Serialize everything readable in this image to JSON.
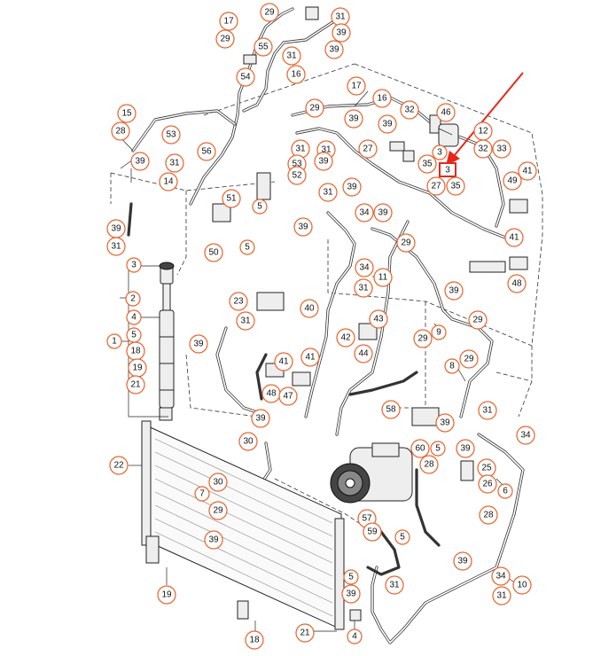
{
  "callouts": [
    {
      "id": "c17a",
      "text": "17"
    },
    {
      "id": "c29a",
      "text": "29"
    },
    {
      "id": "c29b",
      "text": "29"
    },
    {
      "id": "c31a",
      "text": "31"
    },
    {
      "id": "c39a",
      "text": "39"
    },
    {
      "id": "c55",
      "text": "55"
    },
    {
      "id": "c31b",
      "text": "31"
    },
    {
      "id": "c39b",
      "text": "39"
    },
    {
      "id": "c54",
      "text": "54"
    },
    {
      "id": "c16a",
      "text": "16"
    },
    {
      "id": "c15",
      "text": "15"
    },
    {
      "id": "c28a",
      "text": "28"
    },
    {
      "id": "c53a",
      "text": "53"
    },
    {
      "id": "c56",
      "text": "56"
    },
    {
      "id": "c39c",
      "text": "39"
    },
    {
      "id": "c31c",
      "text": "31"
    },
    {
      "id": "c14",
      "text": "14"
    },
    {
      "id": "c17b",
      "text": "17"
    },
    {
      "id": "c16b",
      "text": "16"
    },
    {
      "id": "c29c",
      "text": "29"
    },
    {
      "id": "c31d",
      "text": "31"
    },
    {
      "id": "c39d",
      "text": "39"
    },
    {
      "id": "c39e",
      "text": "39"
    },
    {
      "id": "c32",
      "text": "32"
    },
    {
      "id": "c46",
      "text": "46"
    },
    {
      "id": "c12",
      "text": "12"
    },
    {
      "id": "c32b",
      "text": "32"
    },
    {
      "id": "c33",
      "text": "33"
    },
    {
      "id": "c31e",
      "text": "31"
    },
    {
      "id": "c53b",
      "text": "53"
    },
    {
      "id": "c52",
      "text": "52"
    },
    {
      "id": "c39f",
      "text": "39"
    },
    {
      "id": "c27a",
      "text": "27"
    },
    {
      "id": "c35a",
      "text": "35"
    },
    {
      "id": "c3a",
      "text": "3"
    },
    {
      "id": "c27b",
      "text": "27"
    },
    {
      "id": "c35b",
      "text": "35"
    },
    {
      "id": "c41a",
      "text": "41"
    },
    {
      "id": "c49",
      "text": "49"
    },
    {
      "id": "c51",
      "text": "51"
    },
    {
      "id": "c5a",
      "text": "5"
    },
    {
      "id": "c31f",
      "text": "31"
    },
    {
      "id": "c39g",
      "text": "39"
    },
    {
      "id": "c34a",
      "text": "34"
    },
    {
      "id": "c39h",
      "text": "39"
    },
    {
      "id": "c29d",
      "text": "29"
    },
    {
      "id": "c41b",
      "text": "41"
    },
    {
      "id": "c39i",
      "text": "39"
    },
    {
      "id": "c31g",
      "text": "31"
    },
    {
      "id": "c50",
      "text": "50"
    },
    {
      "id": "c5b",
      "text": "5"
    },
    {
      "id": "c3b",
      "text": "3"
    },
    {
      "id": "c34b",
      "text": "34"
    },
    {
      "id": "c11",
      "text": "11"
    },
    {
      "id": "c31h",
      "text": "31"
    },
    {
      "id": "c48a",
      "text": "48"
    },
    {
      "id": "c2",
      "text": "2"
    },
    {
      "id": "c4a",
      "text": "4"
    },
    {
      "id": "c5c",
      "text": "5"
    },
    {
      "id": "c1",
      "text": "1"
    },
    {
      "id": "c18a",
      "text": "18"
    },
    {
      "id": "c19a",
      "text": "19"
    },
    {
      "id": "c21a",
      "text": "21"
    },
    {
      "id": "c23",
      "text": "23"
    },
    {
      "id": "c40",
      "text": "40"
    },
    {
      "id": "c31i",
      "text": "31"
    },
    {
      "id": "c39j",
      "text": "39"
    },
    {
      "id": "c39k",
      "text": "39"
    },
    {
      "id": "c29e",
      "text": "29"
    },
    {
      "id": "c43",
      "text": "43"
    },
    {
      "id": "c42",
      "text": "42"
    },
    {
      "id": "c44",
      "text": "44"
    },
    {
      "id": "c29f",
      "text": "29"
    },
    {
      "id": "c9",
      "text": "9"
    },
    {
      "id": "c41c",
      "text": "41"
    },
    {
      "id": "c41d",
      "text": "41"
    },
    {
      "id": "c48b",
      "text": "48"
    },
    {
      "id": "c47",
      "text": "47"
    },
    {
      "id": "c8",
      "text": "8"
    },
    {
      "id": "c29g",
      "text": "29"
    },
    {
      "id": "c39l",
      "text": "39"
    },
    {
      "id": "c58",
      "text": "58"
    },
    {
      "id": "c39m",
      "text": "39"
    },
    {
      "id": "c31j",
      "text": "31"
    },
    {
      "id": "c34c",
      "text": "34"
    },
    {
      "id": "c30a",
      "text": "30"
    },
    {
      "id": "c60",
      "text": "60"
    },
    {
      "id": "c5d",
      "text": "5"
    },
    {
      "id": "c39n",
      "text": "39"
    },
    {
      "id": "c22",
      "text": "22"
    },
    {
      "id": "c28b",
      "text": "28"
    },
    {
      "id": "c25",
      "text": "25"
    },
    {
      "id": "c26",
      "text": "26"
    },
    {
      "id": "c6",
      "text": "6"
    },
    {
      "id": "c30b",
      "text": "30"
    },
    {
      "id": "c7",
      "text": "7"
    },
    {
      "id": "c29h",
      "text": "29"
    },
    {
      "id": "c57",
      "text": "57"
    },
    {
      "id": "c59",
      "text": "59"
    },
    {
      "id": "c28c",
      "text": "28"
    },
    {
      "id": "c5e",
      "text": "5"
    },
    {
      "id": "c39o",
      "text": "39"
    },
    {
      "id": "c39p",
      "text": "39"
    },
    {
      "id": "c19b",
      "text": "19"
    },
    {
      "id": "c5f",
      "text": "5"
    },
    {
      "id": "c39q",
      "text": "39"
    },
    {
      "id": "c31k",
      "text": "31"
    },
    {
      "id": "c34d",
      "text": "34"
    },
    {
      "id": "c10",
      "text": "10"
    },
    {
      "id": "c31l",
      "text": "31"
    },
    {
      "id": "c18b",
      "text": "18"
    },
    {
      "id": "c21b",
      "text": "21"
    },
    {
      "id": "c4b",
      "text": "4"
    },
    {
      "id": "c39r",
      "text": "39"
    }
  ],
  "highlight": {
    "text": "3",
    "color": "#e8261a"
  },
  "colors": {
    "callout": "#e8622a",
    "arrow": "#e8261a",
    "line": "#222222"
  }
}
